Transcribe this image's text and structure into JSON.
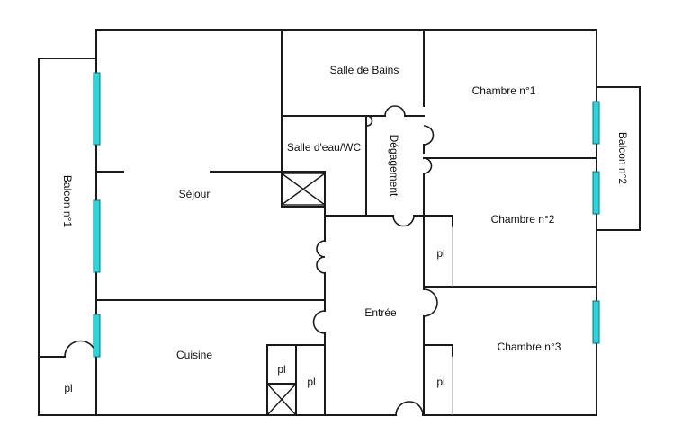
{
  "rooms": {
    "salle_de_bains": "Salle de Bains",
    "chambre_1": "Chambre n°1",
    "salle_eau_wc": "Salle d'eau/WC",
    "degagement": "Dégagement",
    "sejour": "Séjour",
    "balcon_1": "Balcon n°1",
    "balcon_2": "Balcon n°2",
    "chambre_2": "Chambre n°2",
    "entree": "Entrée",
    "cuisine": "Cuisine",
    "chambre_3": "Chambre n°3",
    "placard": "pl"
  },
  "colors": {
    "window": "#25d6de",
    "wall": "#1a1a1a",
    "background": "#ffffff"
  }
}
